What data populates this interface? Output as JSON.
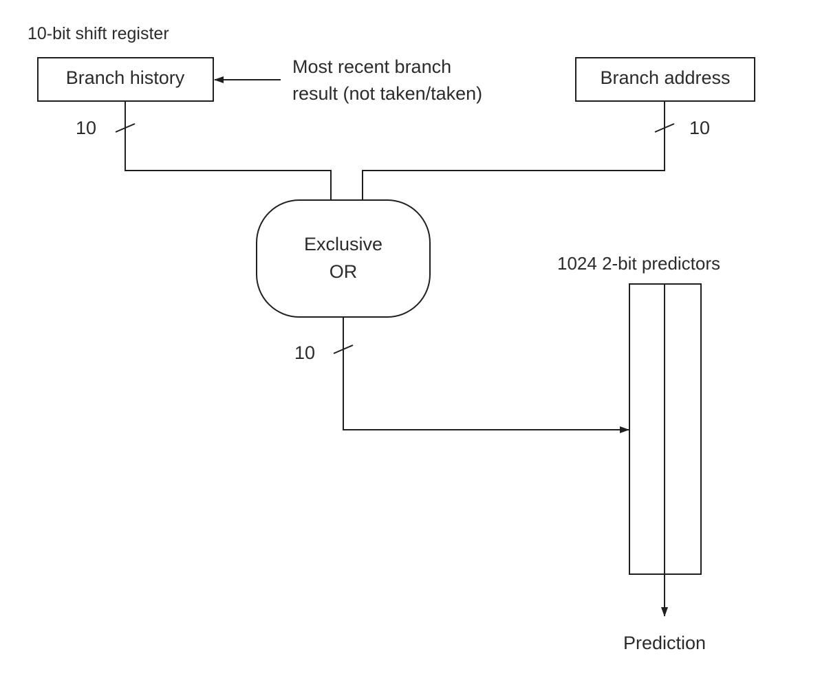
{
  "register_caption": "10-bit shift register",
  "branch_history": {
    "label": "Branch history",
    "bus_width": "10"
  },
  "branch_result_note": {
    "line1": "Most recent branch",
    "line2": "result (not taken/taken)"
  },
  "branch_address": {
    "label": "Branch address",
    "bus_width": "10"
  },
  "xor_gate": {
    "line1": "Exclusive",
    "line2": "OR",
    "output_width": "10"
  },
  "predictor_table": {
    "caption": "1024 2-bit predictors"
  },
  "output": {
    "label": "Prediction"
  }
}
